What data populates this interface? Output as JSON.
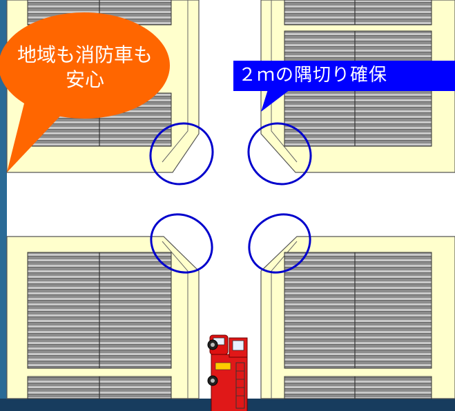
{
  "callouts": {
    "orange": {
      "lines": [
        "地域も消防車も",
        "安心"
      ],
      "color": "#ff6600"
    },
    "blue": {
      "text": "２ｍの隅切り確保",
      "color": "#0000ff"
    }
  },
  "colors": {
    "background": "#1f4f7a",
    "road": "#ffffff",
    "lot": "#ffffcc",
    "building": "#888888",
    "highlight_ring": "#0000cc",
    "fire_truck": "#dd1111"
  },
  "icons": [
    "fire-truck-icon"
  ]
}
